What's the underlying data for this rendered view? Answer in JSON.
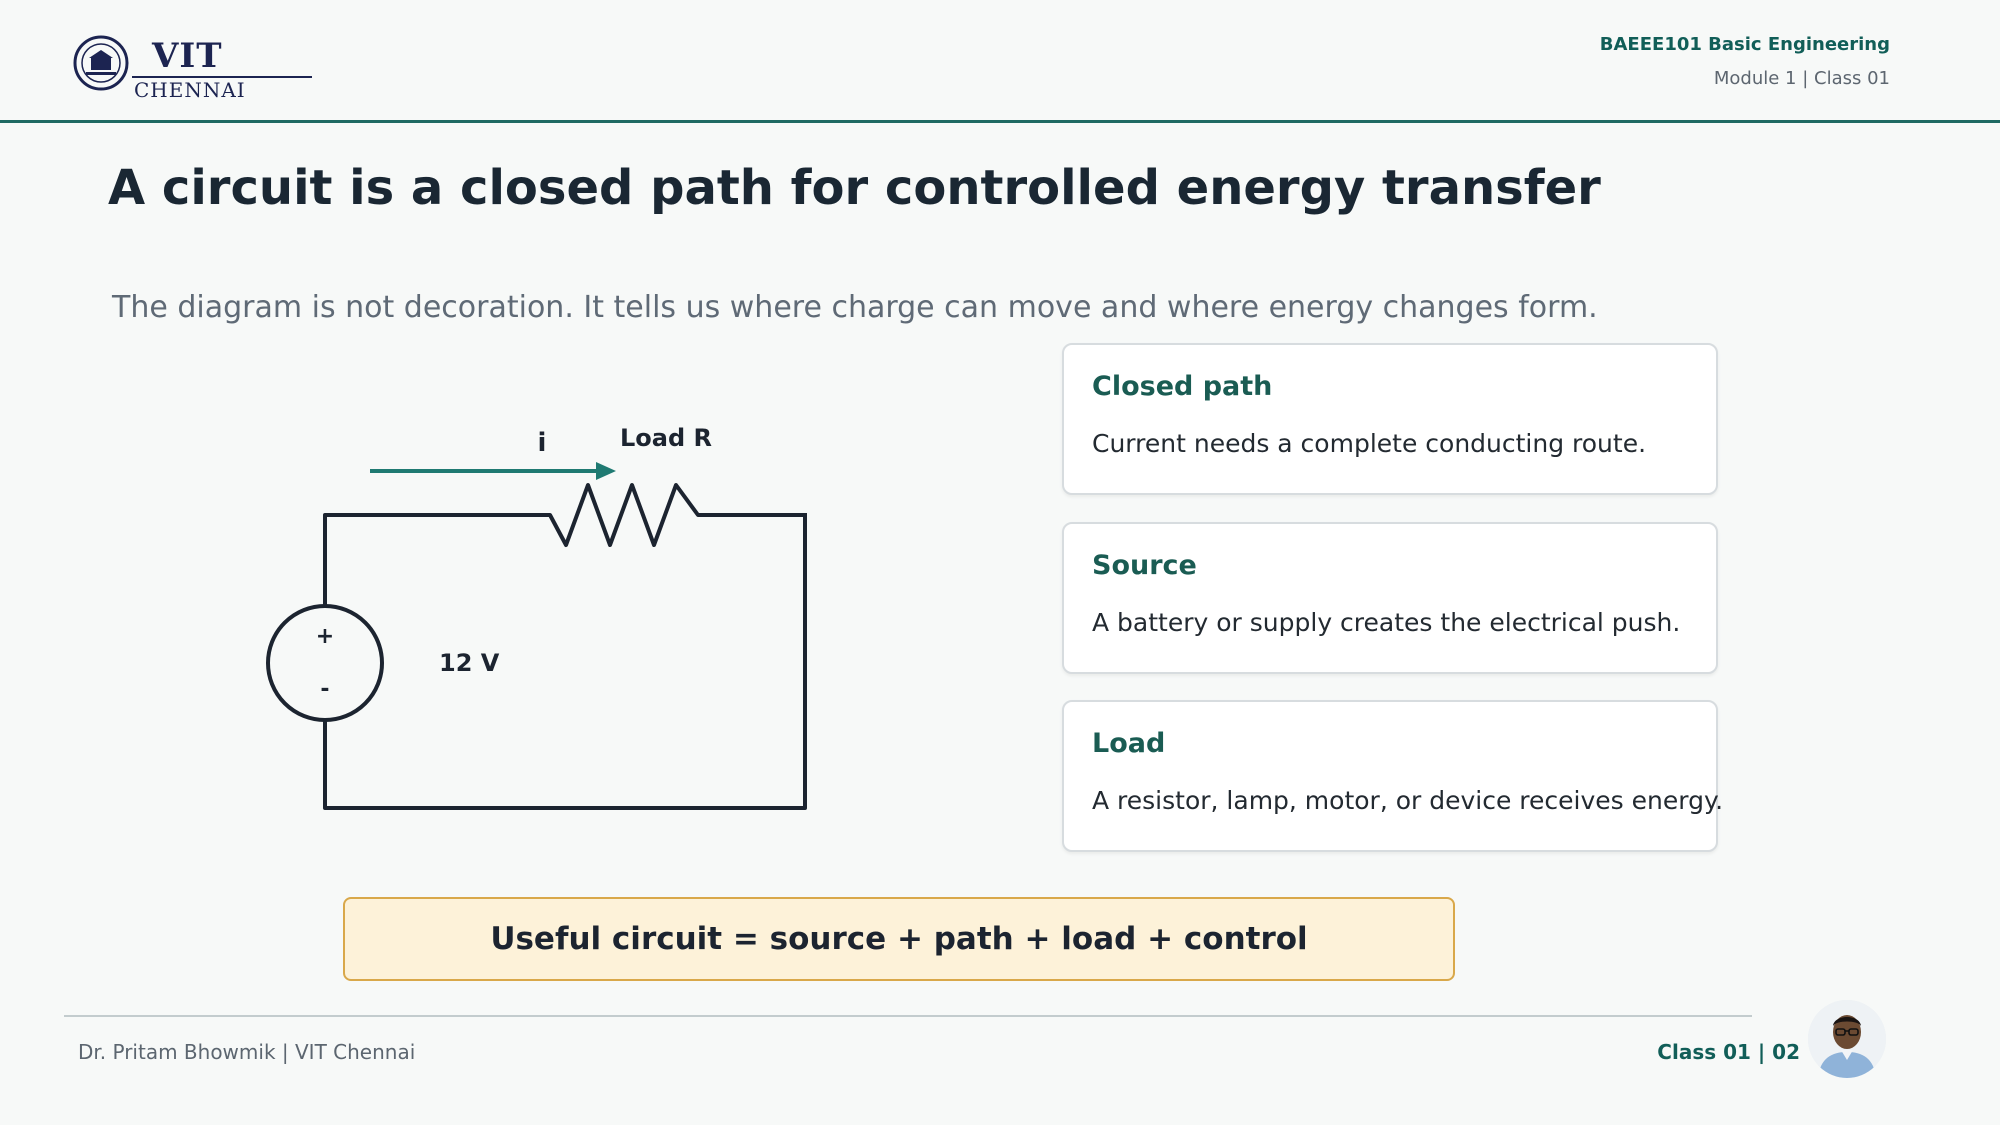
{
  "header": {
    "logo_main": "VIT",
    "logo_sub": "CHENNAI",
    "course_title": "BAEEE101 Basic Engineering",
    "course_sub": "Module 1 | Class 01"
  },
  "slide": {
    "title": "A circuit is a closed path for controlled energy transfer",
    "subtitle": "The diagram is not decoration. It tells us where charge can move and where energy changes form."
  },
  "diagram": {
    "current_label": "i",
    "load_label": "Load R",
    "source_voltage": "12 V",
    "plus": "+",
    "minus": "-"
  },
  "cards": [
    {
      "title": "Closed path",
      "body": "Current needs a complete conducting route."
    },
    {
      "title": "Source",
      "body": "A battery or supply creates the electrical push."
    },
    {
      "title": "Load",
      "body": "A resistor, lamp, motor, or device receives energy."
    }
  ],
  "summary": "Useful circuit = source + path + load + control",
  "footer": {
    "author": "Dr. Pritam Bhowmik | VIT Chennai",
    "class_page": "Class 01 | 02"
  },
  "colors": {
    "accent": "#1f6a63",
    "arrow": "#1f7a72",
    "summary_bg": "#fdf2d9",
    "summary_border": "#d9a84a"
  }
}
